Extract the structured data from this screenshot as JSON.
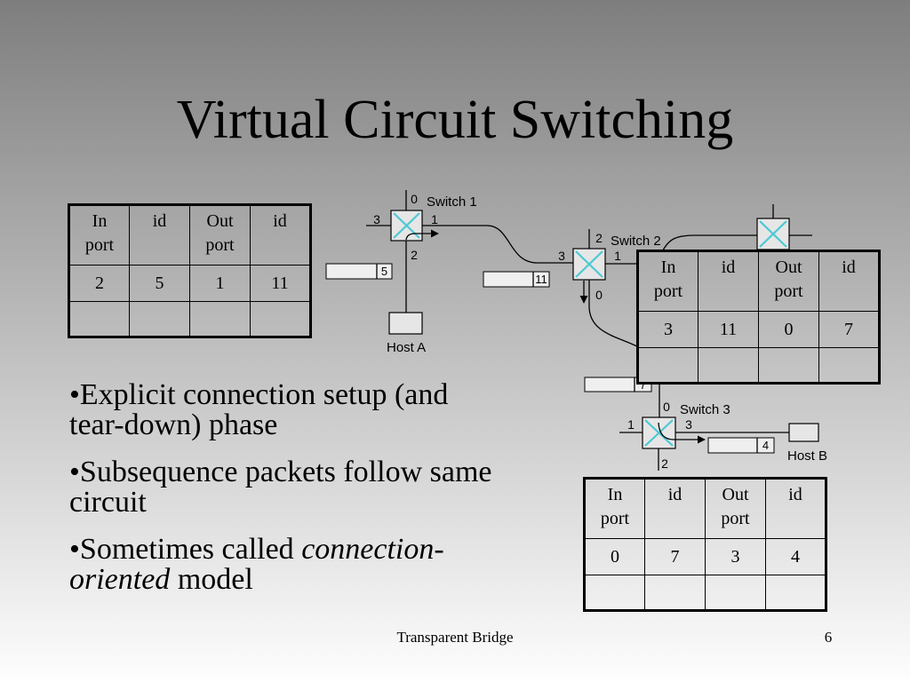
{
  "slide": {
    "title": "Virtual Circuit Switching",
    "footer_text": "Transparent Bridge",
    "page_number": "6"
  },
  "bullets": [
    {
      "line1": "•Explicit connection setup (and",
      "line2": "tear-down) phase"
    },
    {
      "line1": "•Subsequence packets follow same",
      "line2": "circuit"
    },
    {
      "line1": "•Sometimes called ",
      "line1_emphasis": "connection-",
      "line2_emphasis": "oriented",
      "line2": " model"
    }
  ],
  "vc_tables": [
    {
      "headers": [
        "In port",
        "id",
        "Out port",
        "id"
      ],
      "rows": [
        [
          "2",
          "5",
          "1",
          "11"
        ],
        [
          "",
          "",
          "",
          ""
        ]
      ]
    },
    {
      "headers": [
        "In port",
        "id",
        "Out port",
        "id"
      ],
      "rows": [
        [
          "3",
          "11",
          "0",
          "7"
        ],
        [
          "",
          "",
          "",
          ""
        ]
      ]
    },
    {
      "headers": [
        "In port",
        "id",
        "Out port",
        "id"
      ],
      "rows": [
        [
          "0",
          "7",
          "3",
          "4"
        ],
        [
          "",
          "",
          "",
          ""
        ]
      ]
    }
  ],
  "network": {
    "switches": [
      {
        "label": "Switch 1",
        "ports": {
          "top": "0",
          "left": "3",
          "right": "1",
          "bottom": "2"
        }
      },
      {
        "label": "Switch 2",
        "ports": {
          "top": "2",
          "left": "3",
          "right": "1",
          "bottom": "0"
        }
      },
      {
        "label": "Switch 3",
        "ports": {
          "top": "0",
          "left": "1",
          "right": "3",
          "bottom": "2"
        }
      }
    ],
    "hosts": [
      {
        "label": "Host A"
      },
      {
        "label": "Host B"
      }
    ],
    "packets": [
      {
        "vci": "5"
      },
      {
        "vci": "11"
      },
      {
        "vci": "7"
      },
      {
        "vci": "4"
      }
    ],
    "colors": {
      "switch_cross": "#4cc9d4"
    }
  }
}
